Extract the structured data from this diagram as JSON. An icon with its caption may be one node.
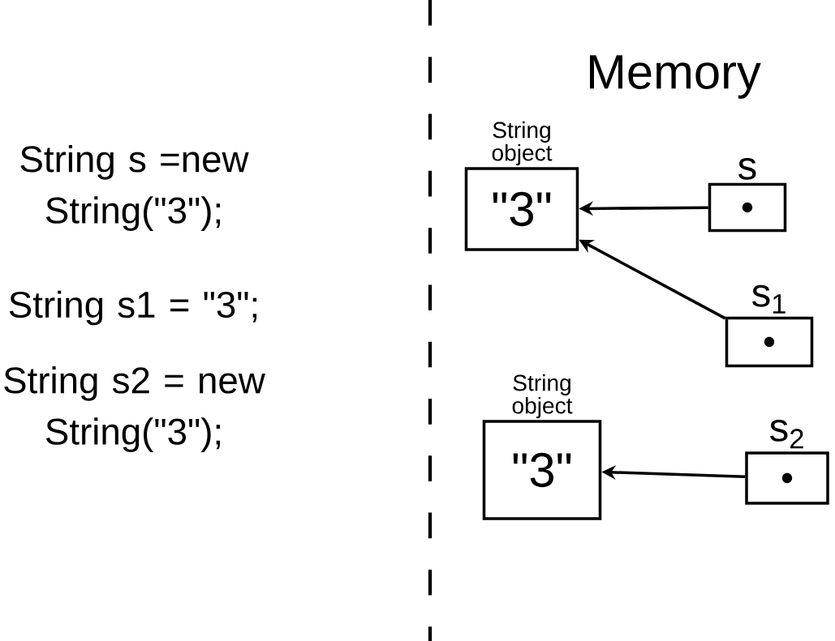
{
  "diagram": {
    "nodes": [
      {
        "text": [
          "String object",
          "\"3\""
        ]
      },
      {
        "text": [
          "s"
        ]
      },
      {
        "text": [
          "s$_{1}$"
        ]
      },
      {
        "text": [
          "String object",
          "\"3\""
        ]
      },
      {
        "text": [
          "s$_{2}$"
        ]
      }
    ],
    "edges": [
      {
        "from": 1,
        "to": 0,
        "arrow": "to"
      },
      {
        "from": 2,
        "to": 0,
        "arrow": "to"
      },
      {
        "from": 4,
        "to": 3,
        "arrow": "to"
      }
    ],
    "labels": [
      "String s =new String(\"3\");",
      "String s1 = \"3\";",
      "String s2 = new String(\"3\");",
      "Memory"
    ]
  }
}
